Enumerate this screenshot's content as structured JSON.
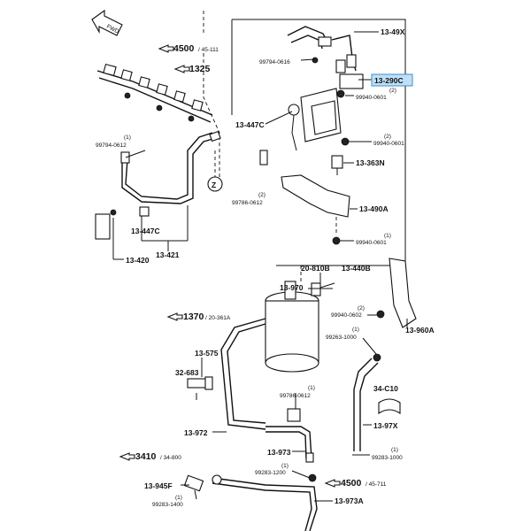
{
  "labels": {
    "ref_4500_top": "4500",
    "ref_4500_top_sub": "/ 45-111",
    "ref_1325": "1325",
    "ref_1370": "1370",
    "ref_1370_sub": "/ 20-361A",
    "ref_3410": "3410",
    "ref_3410_sub": "/ 34-800",
    "ref_4500_bot": "4500",
    "ref_4500_bot_sub": "/ 45-711",
    "p_13_49X": "13-49X",
    "p_99794_0616": "99794-0616",
    "p_13_290C": "13-290C",
    "p_99940_0601_a": "99940-0601",
    "p_13_447C_r": "13-447C",
    "p_99940_0601_b": "99940-0601",
    "p_13_363N": "13-363N",
    "p_99786_0612_top": "99786-0612",
    "p_13_490A": "13-490A",
    "p_99940_0601_c": "99940-0601",
    "p_13_440B": "13-440B",
    "p_99794_0612": "99794-0612",
    "p_13_447C_l": "13-447C",
    "p_13_420": "13-420",
    "p_13_421": "13-421",
    "p_20_810B": "20-810B",
    "p_13_970": "13-970",
    "p_99940_0602": "99940-0602",
    "p_13_960A": "13-960A",
    "p_99263_1000_a": "99263-1000",
    "p_13_575": "13-575",
    "p_32_683": "32-683",
    "p_34_C10": "34-C10",
    "p_99786_0612_bot": "99786-0612",
    "p_13_972": "13-972",
    "p_13_97X": "13-97X",
    "p_13_973": "13-973",
    "p_99283_1000": "99283-1000",
    "p_99283_1200": "99283-1200",
    "p_13_945F": "13-945F",
    "p_99283_1400": "99283-1400",
    "p_13_973A": "13-973A",
    "qty_1": "(1)",
    "qty_2": "(2)",
    "arrow_fwd": "FWD",
    "circle_z": "Z"
  },
  "colors": {
    "line": "#111111",
    "highlight": "#bfe0f5",
    "highlight_border": "#3a8fd0",
    "background": "#ffffff"
  },
  "icons": {
    "front_arrow": "fwd-arrow-icon",
    "ref_arrow": "reference-arrow-icon"
  }
}
